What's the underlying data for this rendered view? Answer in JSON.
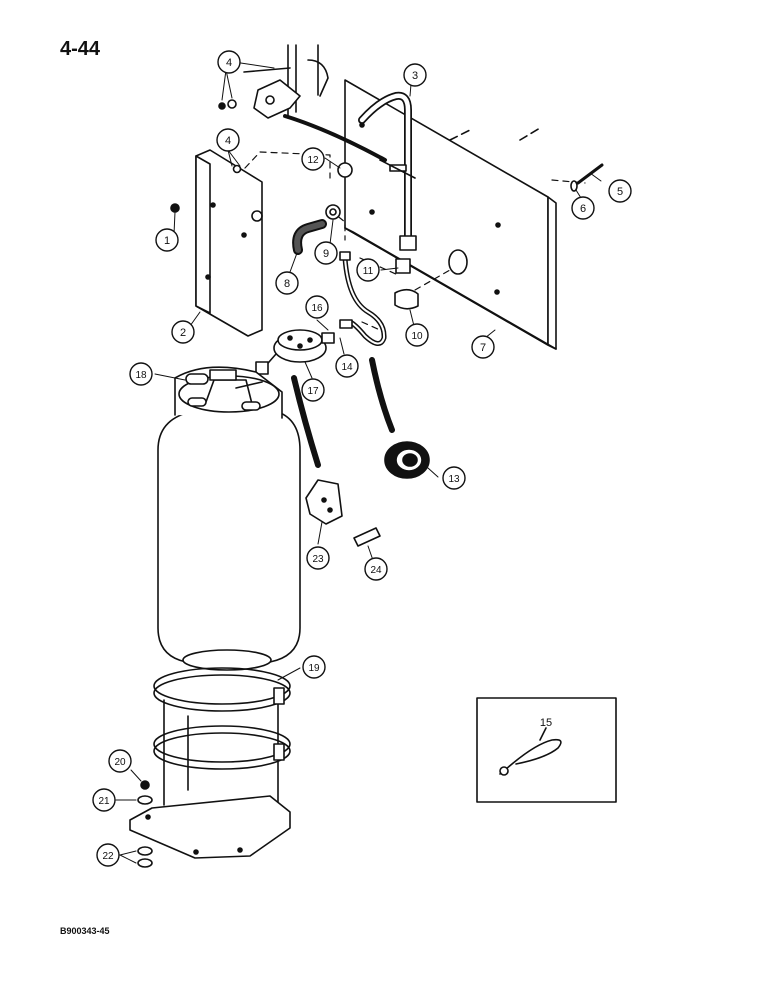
{
  "page": {
    "number": "4-44",
    "figure_code": "B900343-45"
  },
  "callouts": [
    {
      "id": "c1",
      "label": "1"
    },
    {
      "id": "c2",
      "label": "2"
    },
    {
      "id": "c3",
      "label": "3"
    },
    {
      "id": "c4a",
      "label": "4"
    },
    {
      "id": "c4b",
      "label": "4"
    },
    {
      "id": "c5",
      "label": "5"
    },
    {
      "id": "c6",
      "label": "6"
    },
    {
      "id": "c7",
      "label": "7"
    },
    {
      "id": "c8",
      "label": "8"
    },
    {
      "id": "c9",
      "label": "9"
    },
    {
      "id": "c10",
      "label": "10"
    },
    {
      "id": "c11",
      "label": "11"
    },
    {
      "id": "c12",
      "label": "12"
    },
    {
      "id": "c13",
      "label": "13"
    },
    {
      "id": "c14",
      "label": "14"
    },
    {
      "id": "c16",
      "label": "16"
    },
    {
      "id": "c17",
      "label": "17"
    },
    {
      "id": "c18",
      "label": "18"
    },
    {
      "id": "c19",
      "label": "19"
    },
    {
      "id": "c20",
      "label": "20"
    },
    {
      "id": "c21",
      "label": "21"
    },
    {
      "id": "c22",
      "label": "22"
    },
    {
      "id": "c23",
      "label": "23"
    },
    {
      "id": "c24",
      "label": "24"
    }
  ],
  "inset": {
    "label": "15"
  }
}
